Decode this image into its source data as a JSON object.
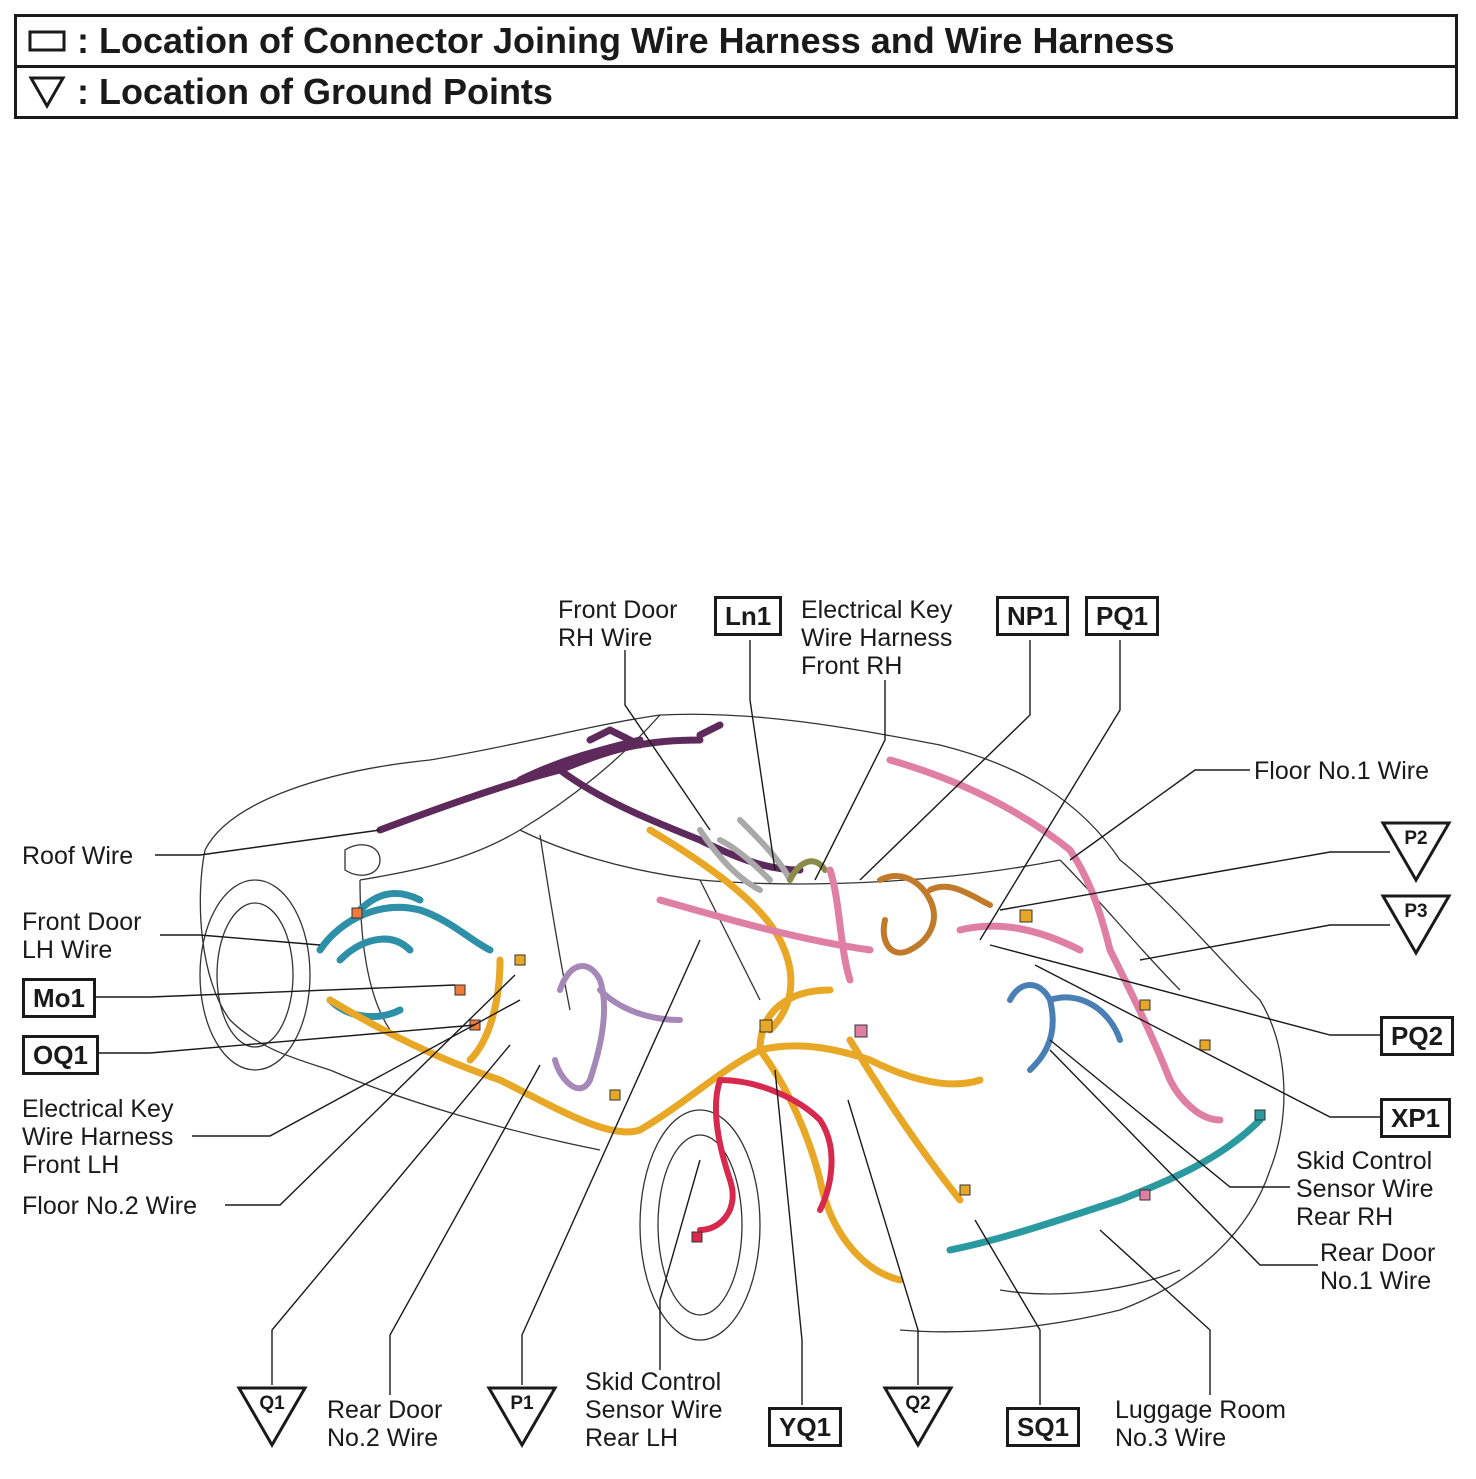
{
  "legend": {
    "connector_text": ": Location of Connector Joining Wire Harness and Wire Harness",
    "ground_text": ": Location of Ground Points"
  },
  "labels": {
    "front_door_rh": "Front Door\nRH Wire",
    "electrical_key_front_rh": "Electrical Key\nWire Harness\nFront RH",
    "floor_no1": "Floor No.1 Wire",
    "roof_wire": "Roof Wire",
    "front_door_lh": "Front Door\nLH Wire",
    "electrical_key_front_lh": "Electrical Key\nWire Harness\nFront LH",
    "floor_no2": "Floor No.2 Wire",
    "skid_rear_rh": "Skid Control\nSensor Wire\nRear RH",
    "rear_door_no1": "Rear Door\nNo.1 Wire",
    "rear_door_no2": "Rear Door\nNo.2 Wire",
    "skid_rear_lh": "Skid Control\nSensor Wire\nRear LH",
    "luggage_room_no3": "Luggage Room\nNo.3 Wire"
  },
  "connectors": {
    "ln1": "Ln1",
    "np1": "NP1",
    "pq1": "PQ1",
    "mo1": "Mo1",
    "oq1": "OQ1",
    "pq2": "PQ2",
    "xp1": "XP1",
    "yq1": "YQ1",
    "sq1": "SQ1"
  },
  "grounds": {
    "p2": "P2",
    "p3": "P3",
    "q1": "Q1",
    "p1": "P1",
    "q2": "Q2"
  },
  "colors": {
    "roof_wire": "#5e2a5c",
    "front_door_lh": "#2d8fa8",
    "floor_no2": "#e8a826",
    "rear_door_no2": "#a688b8",
    "front_door_rh": "#a9a9a9",
    "electrical_key_rh": "#8a8a4a",
    "floor_no1": "#e07fa4",
    "np1_harness": "#c07a2a",
    "skid_rear_lh": "#d6294d",
    "rear_door_no1": "#4a7fb6",
    "luggage_room": "#2a9aa0",
    "connector_orange": "#f07a3a"
  }
}
